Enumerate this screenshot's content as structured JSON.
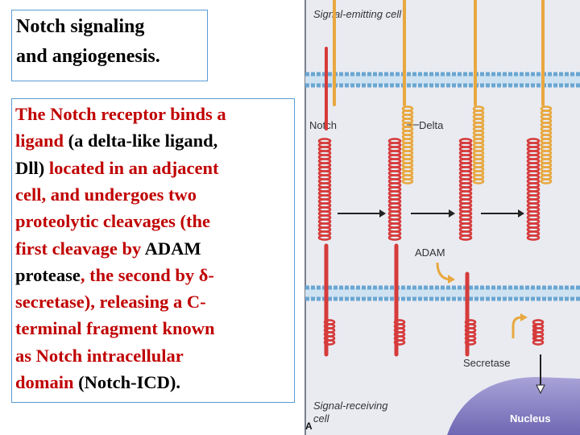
{
  "slide": {
    "title_line1": "Notch signaling",
    "title_line2": " and angiogenesis.",
    "body_lines": [
      [
        {
          "t": "The Notch receptor binds a",
          "c": "red"
        }
      ],
      [
        {
          "t": "ligand ",
          "c": "red"
        },
        {
          "t": "(a delta-like ligand,",
          "c": "blk"
        }
      ],
      [
        {
          "t": "Dll) ",
          "c": "blk"
        },
        {
          "t": "located in an adjacent",
          "c": "red"
        }
      ],
      [
        {
          "t": "cell, and undergoes two",
          "c": "red"
        }
      ],
      [
        {
          "t": "proteolytic cleavages (the",
          "c": "red"
        }
      ],
      [
        {
          "t": " first cleavage by ",
          "c": "red"
        },
        {
          "t": "ADAM",
          "c": "blk"
        }
      ],
      [
        {
          "t": " protease",
          "c": "blk"
        },
        {
          "t": ", the second by δ-",
          "c": "red"
        }
      ],
      [
        {
          "t": " secretase), releasing a C-",
          "c": "red"
        }
      ],
      [
        {
          "t": "terminal fragment known",
          "c": "red"
        }
      ],
      [
        {
          "t": "as Notch intracellular",
          "c": "red"
        }
      ],
      [
        {
          "t": "domain ",
          "c": "red"
        },
        {
          "t": "(Notch-ICD).",
          "c": "blk"
        }
      ]
    ]
  },
  "diagram": {
    "signal_emitting_cell": "Signal-emitting cell",
    "notch": "Notch",
    "delta": "Delta",
    "adam": "ADAM",
    "secretase": "Secretase",
    "signal_receiving_cell_1": "Signal-receiving",
    "signal_receiving_cell_2": "cell",
    "nucleus": "Nucleus",
    "panel_letter": "A"
  },
  "colors": {
    "border_blue": "#5b9bd5",
    "text_red": "#c00000",
    "membrane_blue": "#7fb3d9",
    "notch_red": "#d63b3b",
    "delta_orange": "#e8a840",
    "nucleus_purple": "#8f88c8",
    "diagram_bg": "#e9ebf1"
  }
}
